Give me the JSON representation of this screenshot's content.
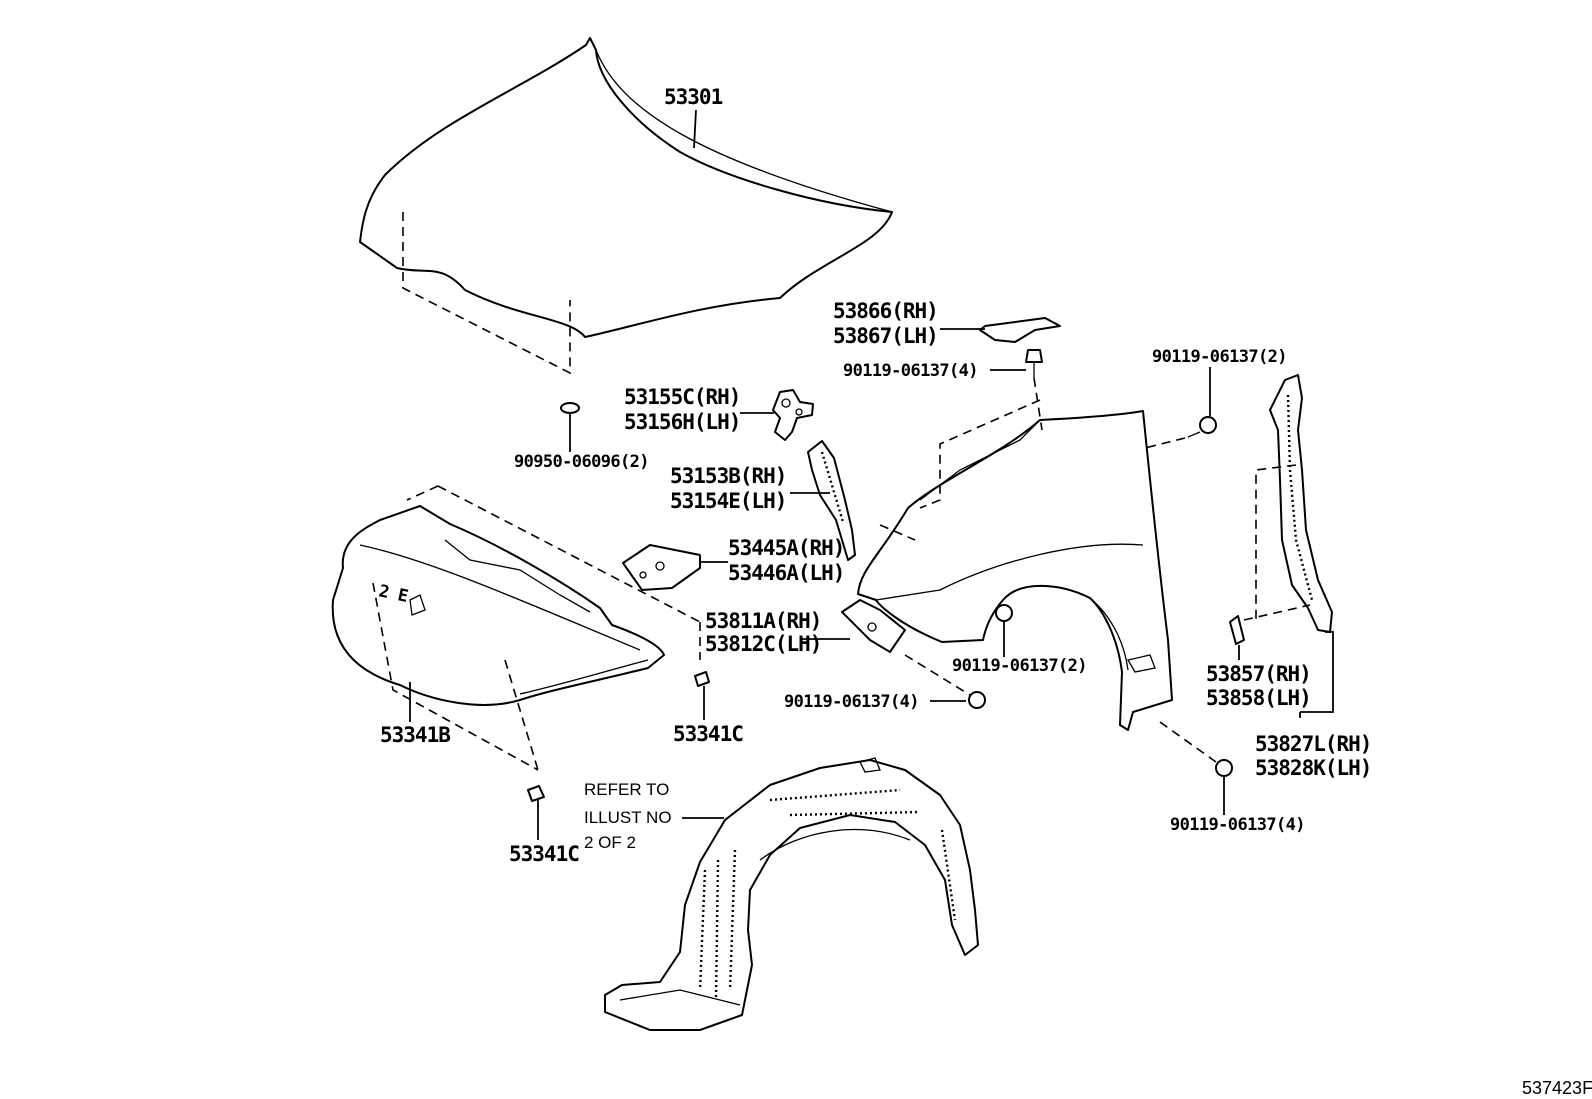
{
  "callouts": {
    "hood": "53301",
    "hood_seal_clip": "90950-06096(2)",
    "hood_hinge_1": "53155C(RH)",
    "hood_hinge_2": "53156H(LH)",
    "fender_seal_1": "53153B(RH)",
    "fender_seal_2": "53154E(LH)",
    "fender_bracket_1": "53445A(RH)",
    "fender_bracket_2": "53446A(LH)",
    "fender_liner_front_1": "53811A(RH)",
    "fender_liner_front_2": "53812C(LH)",
    "hood_insulator": "53341B",
    "insulator_clip_a": "53341C",
    "insulator_clip_b": "53341C",
    "fender_top_bracket_1": "53866(RH)",
    "fender_top_bracket_2": "53867(LH)",
    "bolt_top": "90119-06137(4)",
    "bolt_upper_right": "90119-06137(2)",
    "bolt_wheel_arch": "90119-06137(2)",
    "bolt_front_lower": "90119-06137(4)",
    "bolt_rear_lower": "90119-06137(4)",
    "fender_protector_seal_1": "53857(RH)",
    "fender_protector_seal_2": "53858(LH)",
    "fender_rear_seal_1": "53827L(RH)",
    "fender_rear_seal_2": "53828K(LH)"
  },
  "note": {
    "line1": "REFER TO",
    "line2": "ILLUST NO",
    "line3": "2 OF 2"
  },
  "figure_number": "537423F",
  "insulator_marking": "2 E"
}
